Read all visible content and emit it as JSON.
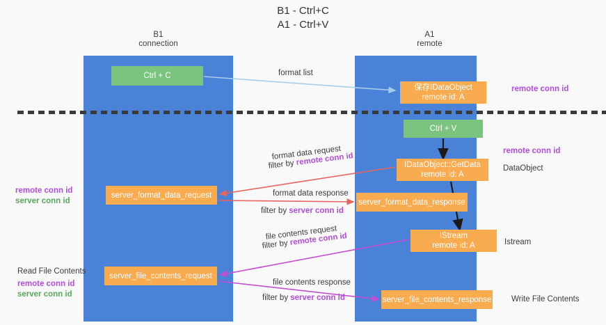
{
  "title": {
    "line1": "B1 - Ctrl+C",
    "line2": "A1 - Ctrl+V"
  },
  "lanes": [
    {
      "id": "b1",
      "name": "B1",
      "sub": "connection",
      "color": "#4a82d8"
    },
    {
      "id": "a1",
      "name": "A1",
      "sub": "remote",
      "color": "#4a82d8"
    }
  ],
  "nodes": {
    "ctrl_c": {
      "line1": "Ctrl + C",
      "line2": "",
      "color": "#7ac47f"
    },
    "save_ido": {
      "line1": "保存IDataObject",
      "line2": "remote id: A",
      "color": "#f9ab50"
    },
    "ctrl_v": {
      "line1": "Ctrl + V",
      "line2": "",
      "color": "#7ac47f"
    },
    "getdata": {
      "line1": "IDataObject::GetData",
      "line2": "remote id: A",
      "color": "#f9ab50"
    },
    "fmt_req": {
      "line1": "server_format_data_request",
      "line2": "",
      "color": "#f9ab50"
    },
    "fmt_res": {
      "line1": "server_format_data_response",
      "line2": "",
      "color": "#f9ab50"
    },
    "istream": {
      "line1": "IStream",
      "line2": "remote id: A",
      "color": "#f9ab50"
    },
    "file_req": {
      "line1": "server_file_contents_request",
      "line2": "",
      "color": "#f9ab50"
    },
    "file_res": {
      "line1": "server_file_contents_response",
      "line2": "",
      "color": "#f9ab50"
    }
  },
  "edge_labels": {
    "format_list": "format list",
    "fdreq_l1": "format data request",
    "fdreq_l2_pre": "filter by ",
    "fdreq_l2_key": "remote conn id",
    "fdres_l1": "format data response",
    "fdres_l2_pre": "filter by ",
    "fdres_l2_key": "server conn id",
    "fcreq_l1": "file contents request",
    "fcreq_l2_pre": "filter by ",
    "fcreq_l2_key": "remote conn id",
    "fcres_l1": "file contents response",
    "fcres_l2_pre": "filter by ",
    "fcres_l2_key": "server conn id"
  },
  "annotations": {
    "right_top": "remote conn id",
    "right_mid": "remote conn id",
    "right_dataobject": "DataObject",
    "right_istream": "Istream",
    "right_write": "Write File Contents",
    "left_mid_1": "remote conn id",
    "left_mid_2": "server conn id",
    "left_read": "Read File Contents",
    "left_bot_1": "remote conn id",
    "left_bot_2": "server conn id"
  },
  "colors": {
    "lane": "#4a82d8",
    "green_node": "#7ac47f",
    "orange_node": "#f9ab50",
    "purple_text": "#b14fd8",
    "green_text": "#5aa75f",
    "arrow_blue": "#a8cdea",
    "arrow_red": "#e8645f",
    "arrow_magenta": "#c44fd0",
    "arrow_black": "#1a1a1a",
    "background": "#f9f9f9"
  }
}
